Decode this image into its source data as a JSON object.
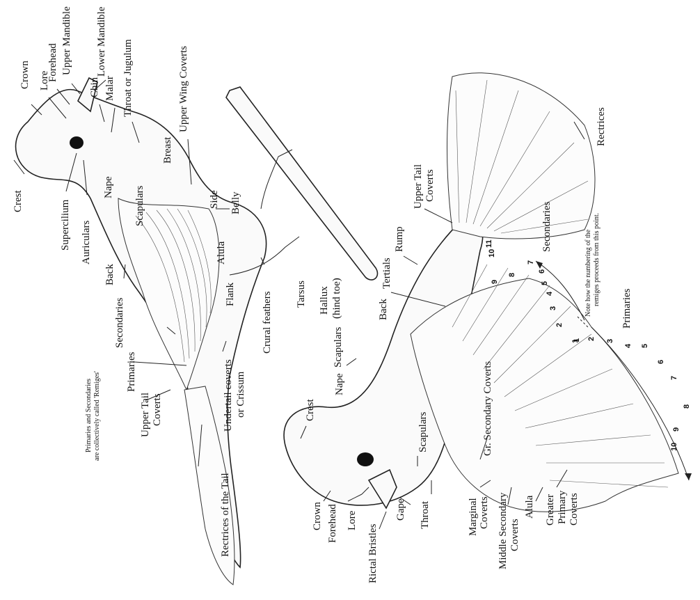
{
  "upper_bird": {
    "labels": {
      "crown": "Crown",
      "lore": "Lore",
      "forehead": "Forehead",
      "upper_mandible": "Upper Mandible",
      "lower_mandible": "Lower Mandible",
      "chin": "Chin",
      "malar": "Malar",
      "throat": "Throat or Jugulum",
      "upper_wing_coverts": "Upper Wing Coverts",
      "crest": "Crest",
      "supercilium": "Supercilium",
      "auriculars": "Auriculars",
      "nape": "Nape",
      "scapulars": "Scapulars",
      "breast": "Breast",
      "side": "Side",
      "belly": "Belly",
      "back": "Back",
      "alula": "Alula",
      "flank": "Flank",
      "tarsus": "Tarsus",
      "hallux": "Hallux",
      "hind_toe": "(hind toe)",
      "crural_feathers": "Crural feathers",
      "secondaries": "Secondaries",
      "primaries": "Primaries",
      "undertail_1": "Undertail coverts",
      "undertail_2": "or Crissum",
      "upper_tail_coverts_1": "Upper Tail",
      "upper_tail_coverts_2": "Coverts",
      "rectrices_of_tail": "Rectrices of the Tail",
      "remiges_note_1": "Primaries and Secondaries",
      "remiges_note_2": "are collectively called 'Remiges'"
    }
  },
  "lower_bird": {
    "labels": {
      "crest": "Crest",
      "nape": "Nape",
      "scapulars_upper": "Scapulars",
      "back": "Back",
      "tertials": "Tertials",
      "rump": "Rump",
      "upper_tail_coverts_1": "Upper Tail",
      "upper_tail_coverts_2": "Coverts",
      "rectrices": "Rectrices",
      "scapulars_lower": "Scapulars",
      "gr_secondary_coverts": "Gr. Secondary Coverts",
      "crown": "Crown",
      "forehead": "Forehead",
      "lore": "Lore",
      "rictal_bristles": "Rictal Bristles",
      "gape": "Gape",
      "throat": "Throat",
      "marginal_coverts_1": "Marginal",
      "marginal_coverts_2": "Coverts",
      "middle_secondary_coverts_1": "Middle Secondary",
      "middle_secondary_coverts_2": "Coverts",
      "alula": "Alula",
      "greater_primary_coverts_1": "Greater",
      "greater_primary_coverts_2": "Primary",
      "greater_primary_coverts_3": "Coverts",
      "secondaries": "Secondaries",
      "primaries": "Primaries",
      "numbering_note_1": "Note how the numbering of the",
      "numbering_note_2": "remiges proceeds from this point."
    },
    "secondary_numbers": [
      "1",
      "2",
      "3",
      "4",
      "5",
      "6",
      "7",
      "8",
      "9",
      "10",
      "11"
    ],
    "primary_numbers": [
      "1",
      "2",
      "3",
      "4",
      "5",
      "6",
      "7",
      "8",
      "9",
      "10"
    ]
  }
}
